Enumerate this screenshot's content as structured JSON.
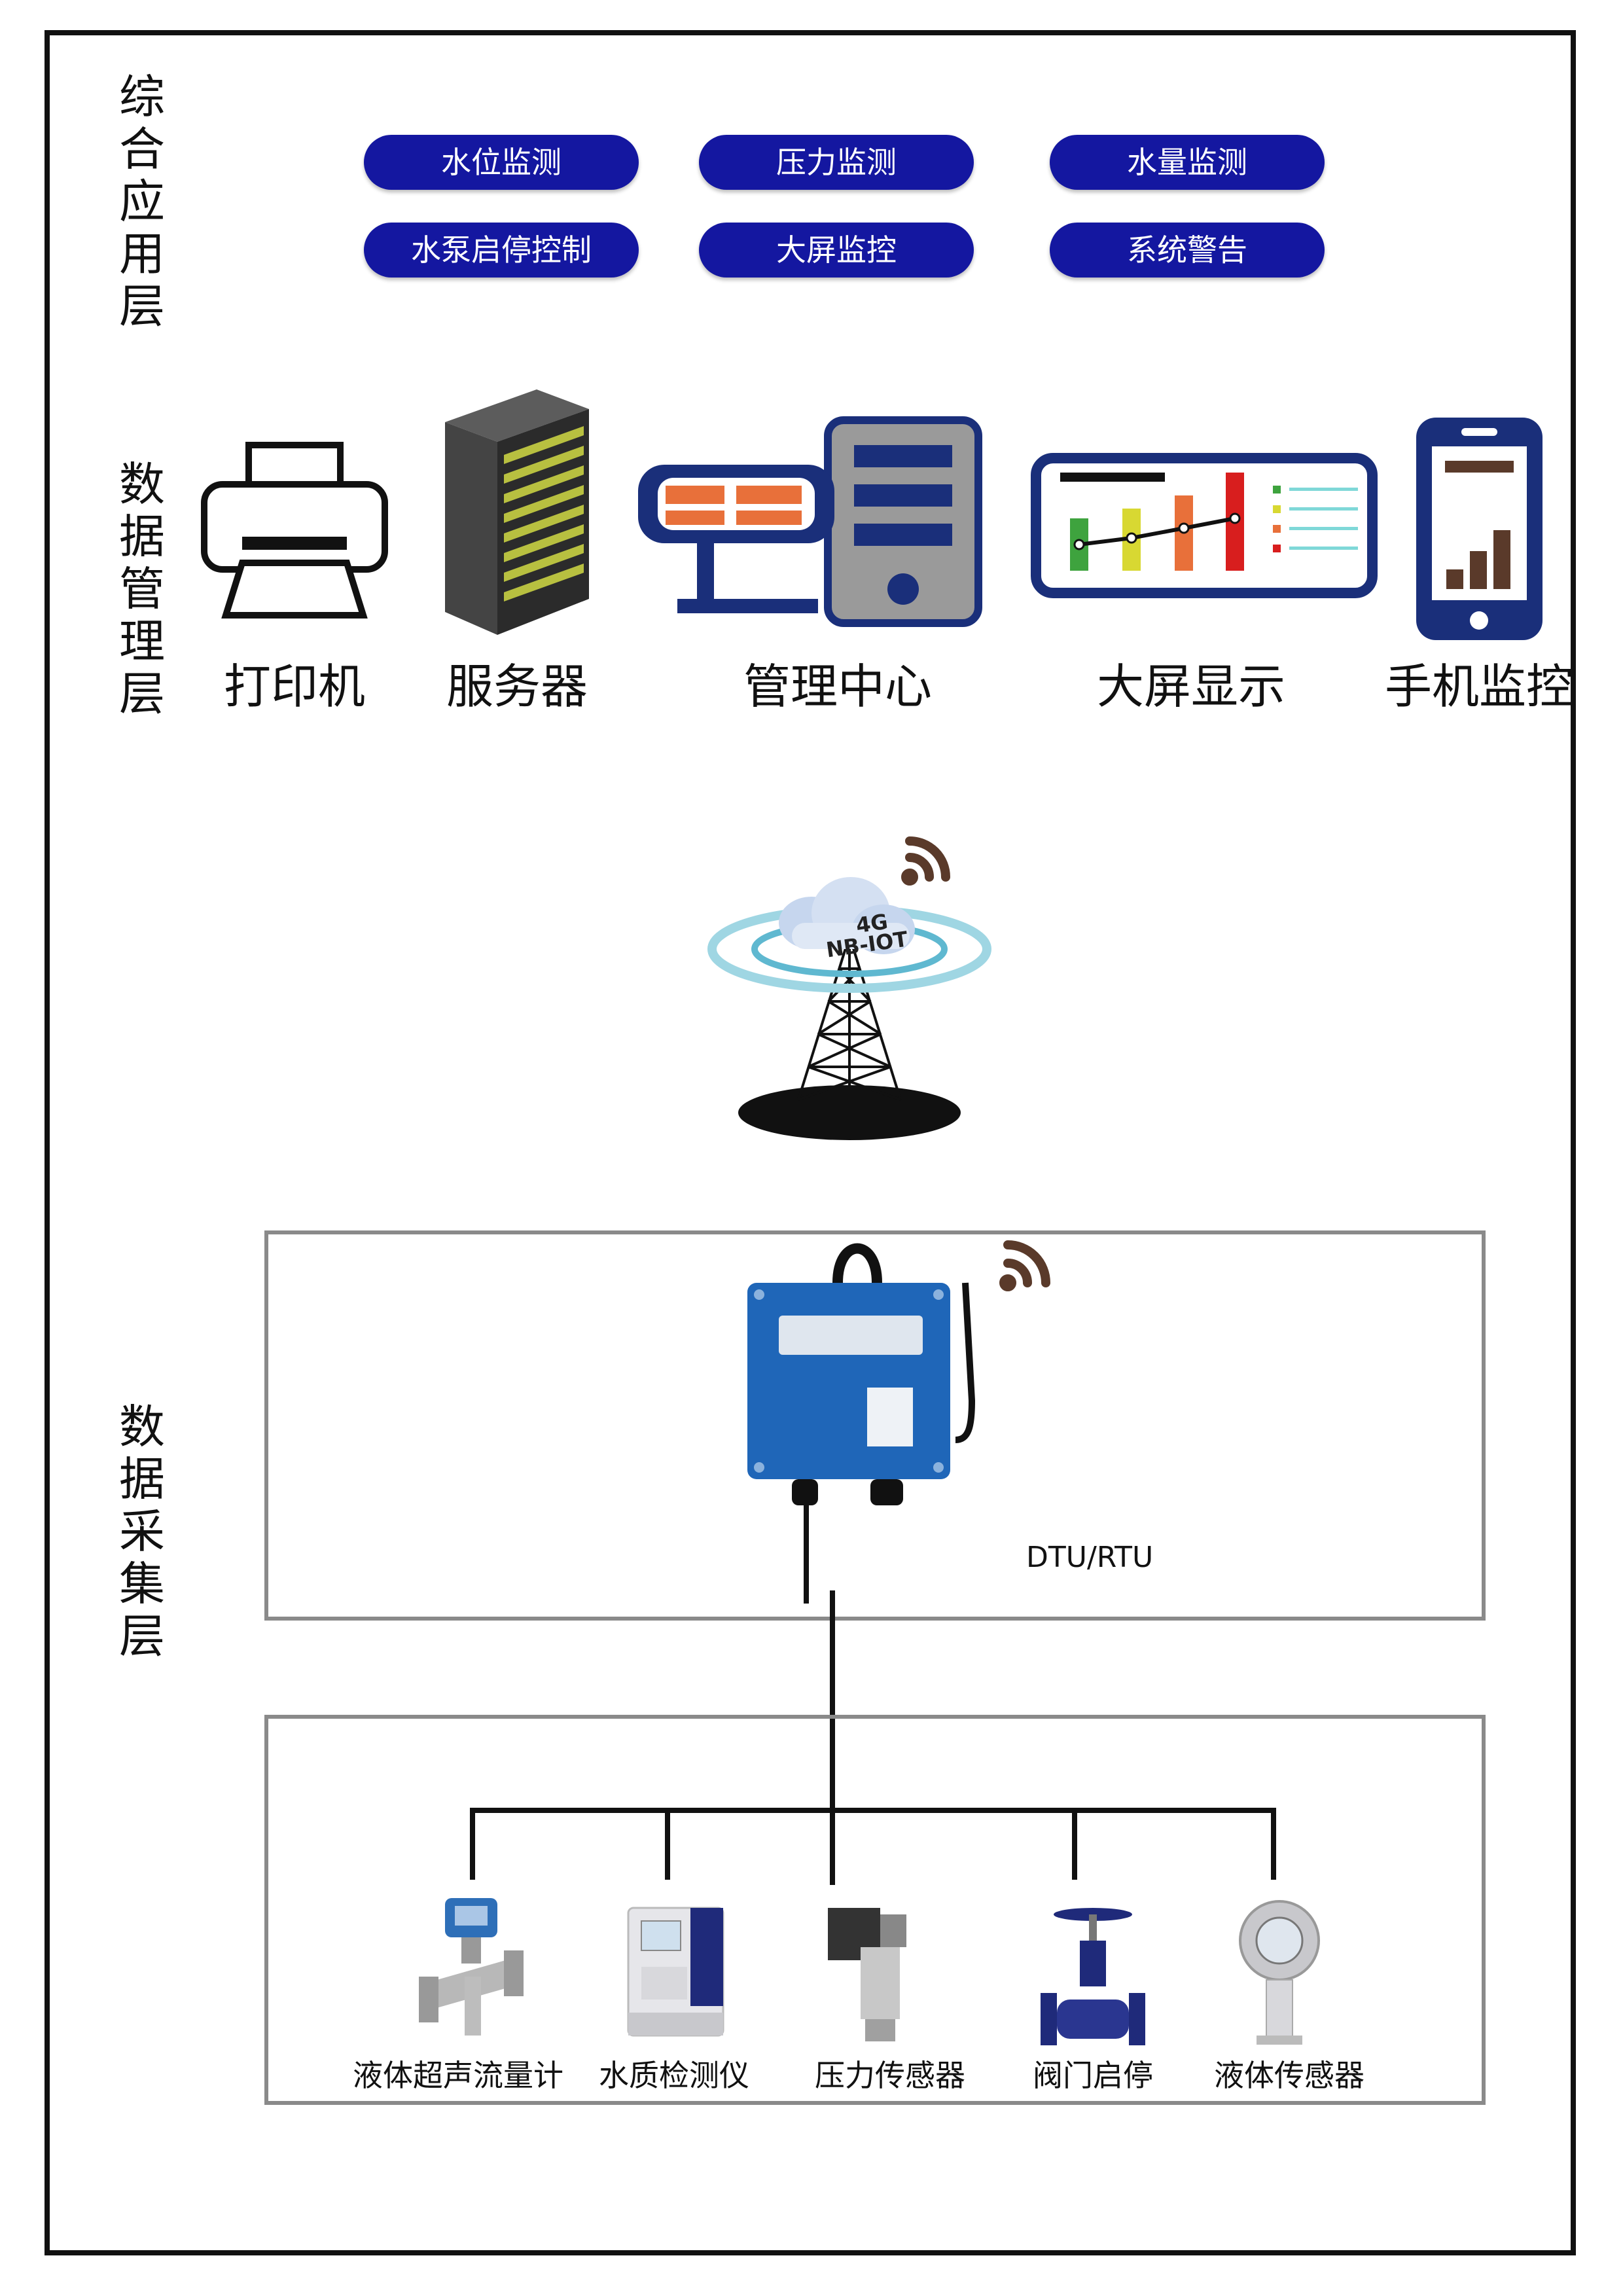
{
  "layers": {
    "application": "综合应用层",
    "management": "数据管理层",
    "collection": "数据采集层"
  },
  "application_buttons": [
    "水位监测",
    "压力监测",
    "水量监测",
    "水泵启停控制",
    "大屏监控",
    "系统警告"
  ],
  "management_items": [
    "打印机",
    "服务器",
    "管理中心",
    "大屏显示",
    "手机监控"
  ],
  "network": {
    "line1": "4G",
    "line2": "NB-IOT"
  },
  "dtu": {
    "label": "DTU/RTU"
  },
  "sensors": [
    "液体超声流量计",
    "水质检测仪",
    "压力传感器",
    "阀门启停",
    "液体传感器"
  ],
  "colors": {
    "pill": "#1417a0",
    "border": "#8a8a8a",
    "accent_orange": "#e8703a",
    "wifi_brown": "#5a3a2a"
  }
}
